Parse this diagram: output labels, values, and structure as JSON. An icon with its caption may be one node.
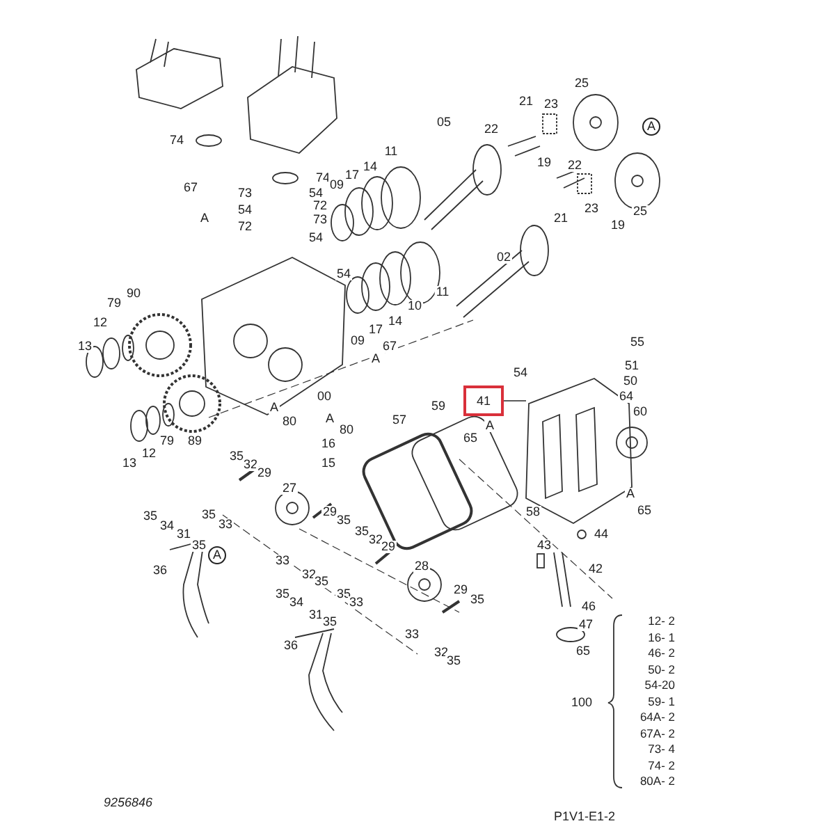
{
  "diagram": {
    "nodes": [
      {
        "text": [
          "41"
        ]
      },
      {
        "text": [],
        "shape": "picture"
      }
    ],
    "edges": [
      {
        "from": 0,
        "to": 1,
        "arrow": "none"
      }
    ],
    "labels": [
      "25",
      "21",
      "23",
      "05",
      "A",
      "22",
      "74",
      "11",
      "19",
      "22",
      "14",
      "17",
      "74",
      "09",
      "67",
      "73",
      "54",
      "72",
      "54",
      "23",
      "25",
      "A",
      "21",
      "73",
      "19",
      "72",
      "54",
      "02",
      "54",
      "11",
      "90",
      "79",
      "10",
      "14",
      "12",
      "17",
      "09",
      "55",
      "13",
      "67",
      "A",
      "51",
      "54",
      "50",
      "00",
      "64",
      "60",
      "59",
      "A",
      "A",
      "57",
      "80",
      "A",
      "80",
      "65",
      "79",
      "89",
      "16",
      "12",
      "35",
      "13",
      "15",
      "32",
      "29",
      "27",
      "A",
      "58",
      "65",
      "29",
      "35",
      "35",
      "35",
      "33",
      "34",
      "35",
      "31",
      "44",
      "32",
      "35",
      "43",
      "29",
      "A",
      "33",
      "28",
      "42",
      "36",
      "32",
      "35",
      "29",
      "35",
      "35",
      "35",
      "33",
      "34",
      "46",
      "31",
      "35",
      "47",
      "33",
      "36",
      "65",
      "32",
      "35",
      "100",
      "12- 2",
      "16- 1",
      "46- 2",
      "50- 2",
      "54-20",
      "59- 1",
      "64A- 2",
      "67A- 2",
      "73- 4",
      "74- 2",
      "80A- 2",
      "9256846",
      "P1V1-E1-2"
    ]
  }
}
